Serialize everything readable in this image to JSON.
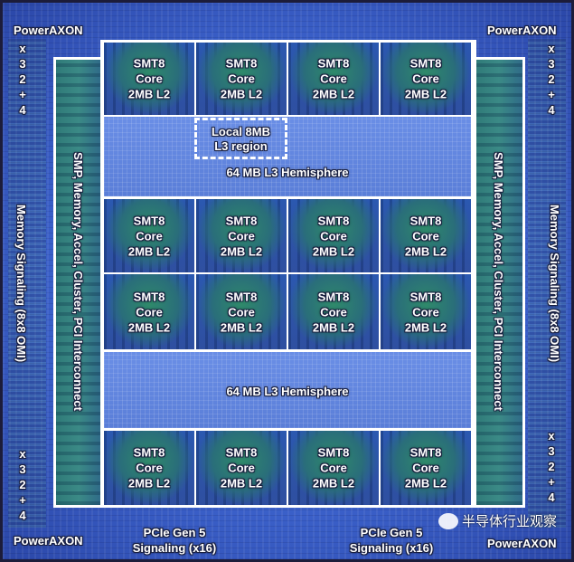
{
  "core_label": [
    "SMT8",
    "Core",
    "2MB L2"
  ],
  "l3_local": [
    "Local 8MB",
    "L3 region"
  ],
  "l3_hemisphere": "64 MB L3 Hemisphere",
  "interconnect": "SMP, Memory, Accel, Cluster, PCI Interconnect",
  "memory_signaling": "Memory Signaling (8x8 OMI)",
  "poweraxon": "PowerAXON",
  "poweraxon_stack": [
    "x",
    "3",
    "2",
    "+",
    "4"
  ],
  "pcie": [
    "PCIe Gen 5",
    "Signaling (x16)"
  ],
  "watermark": "半导体行业观察",
  "colors": {
    "annotation": "#ffffff",
    "die": "#3a5fc8"
  }
}
